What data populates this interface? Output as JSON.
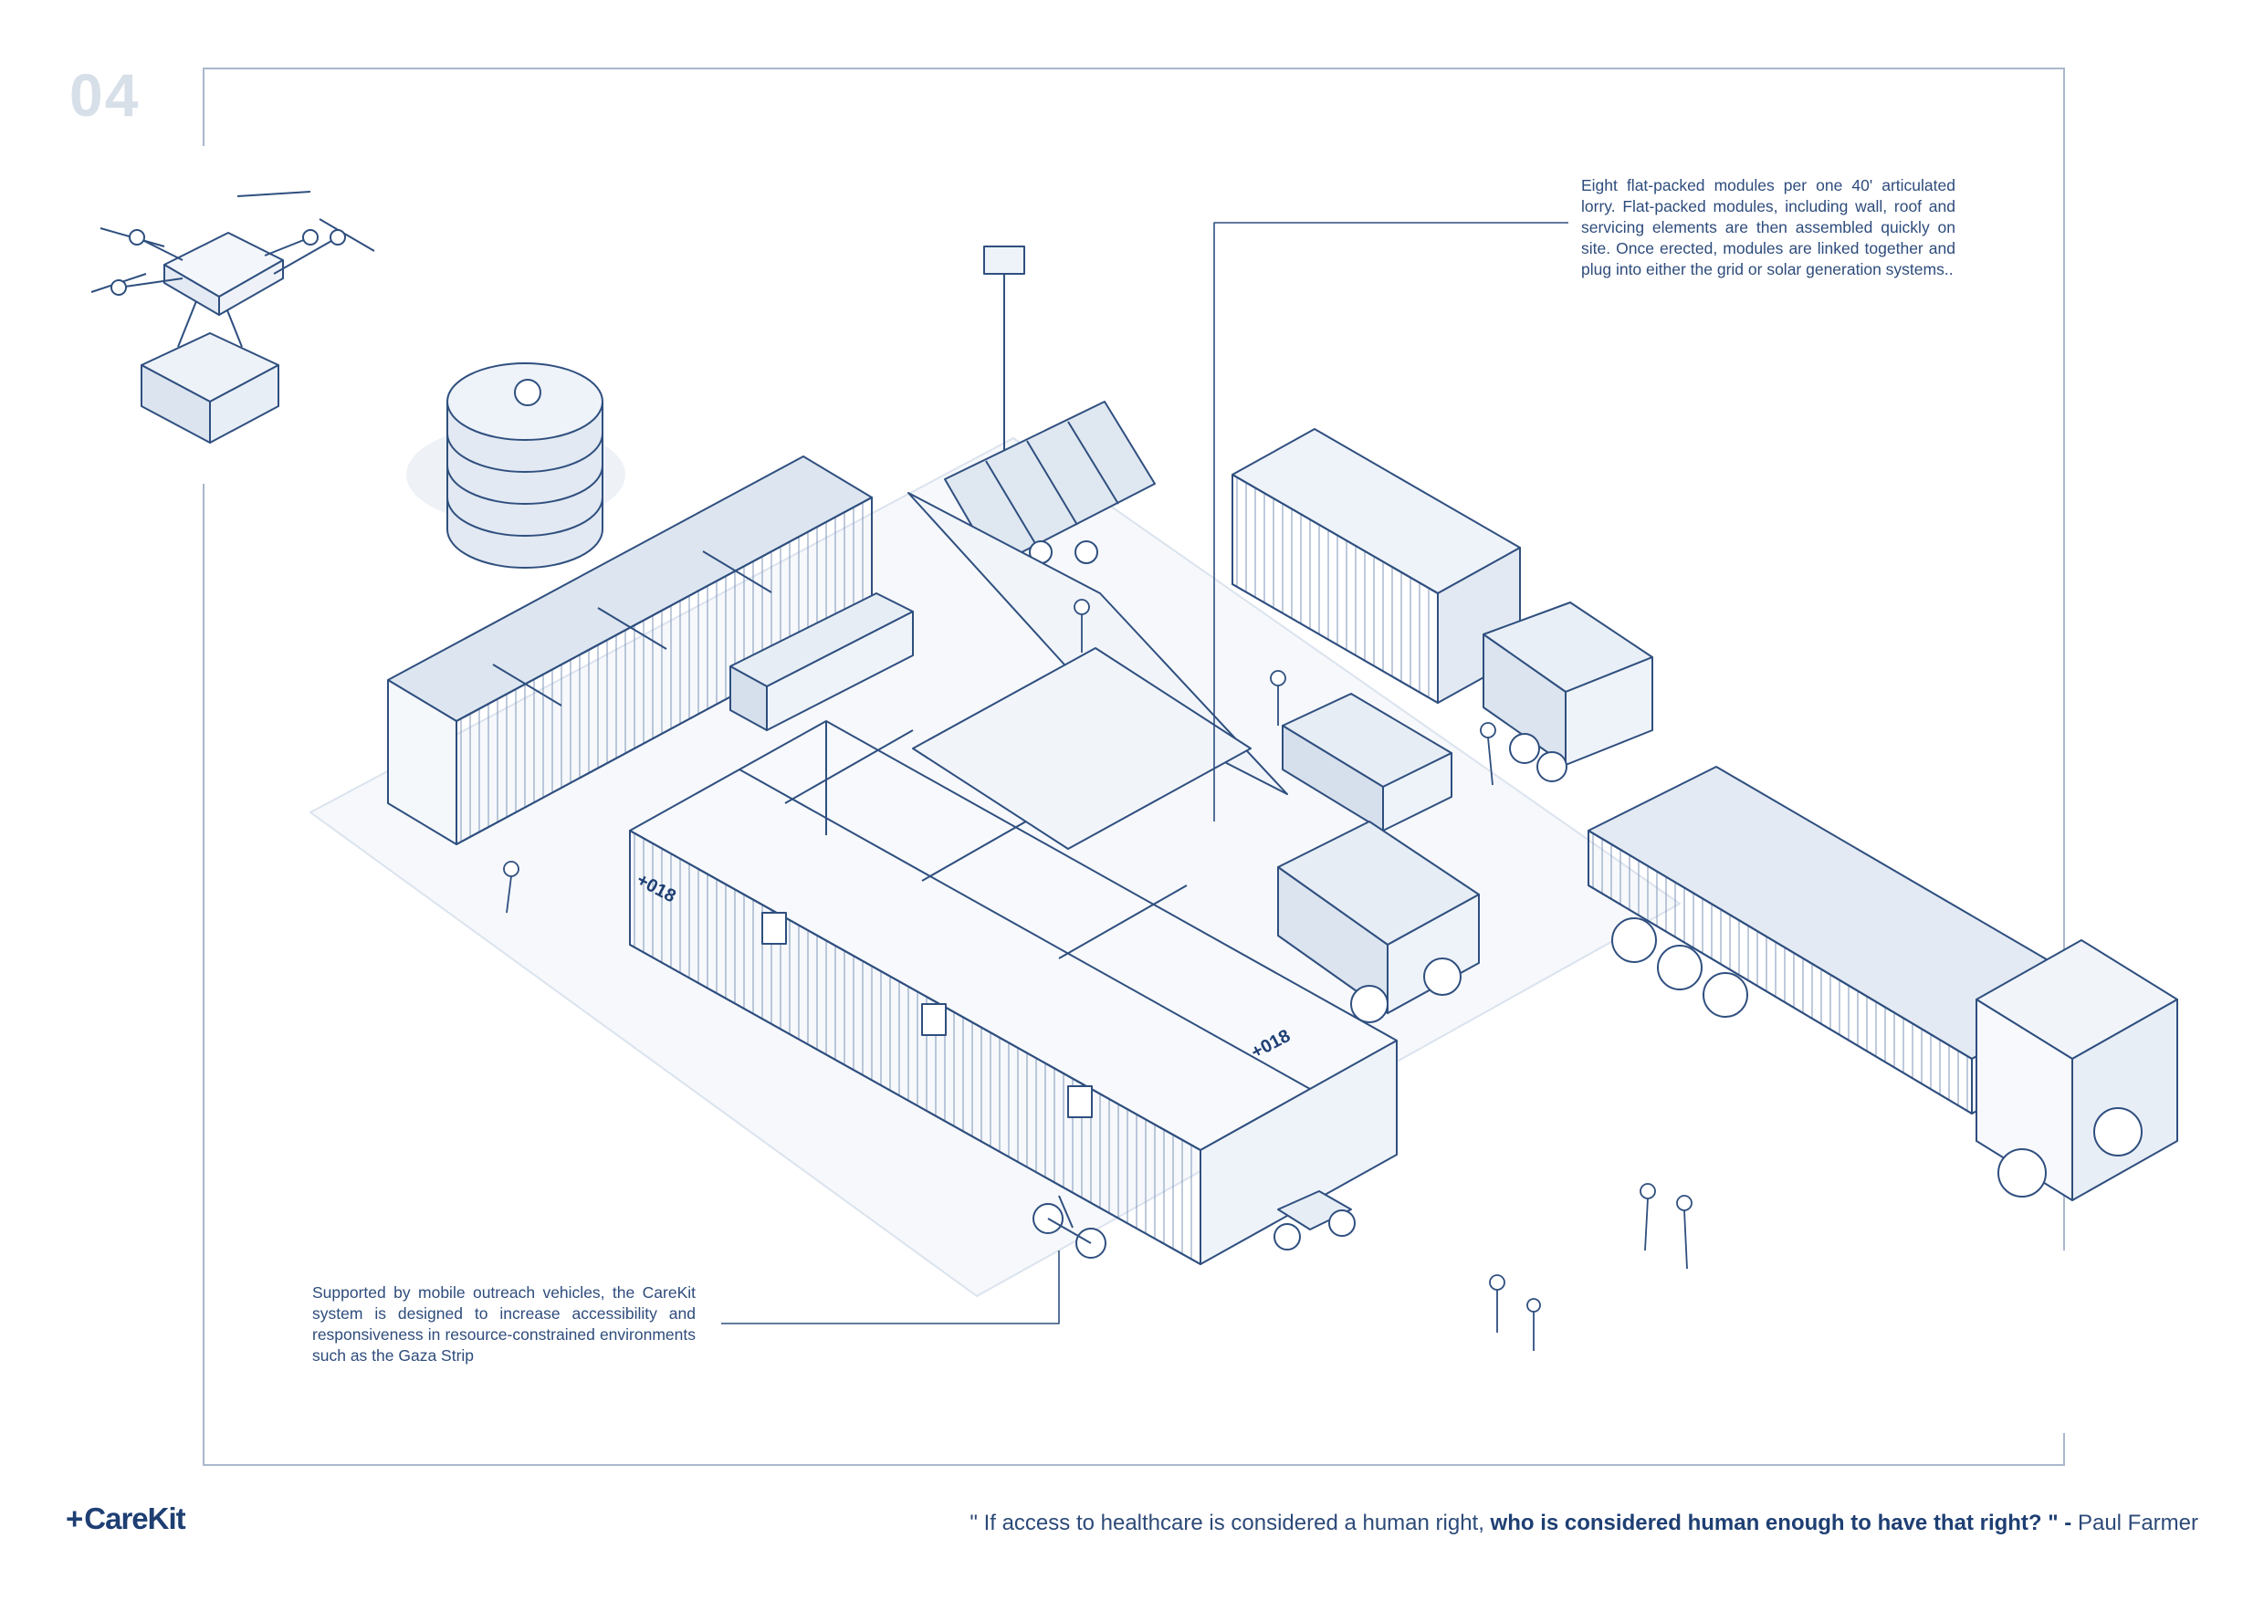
{
  "page": {
    "number": "04"
  },
  "annotations": {
    "supply": "Eight flat-packed modules per one 40' articulated lorry. Flat-packed modules, including wall, roof and servicing elements are then assembled quickly on site. Once erected, modules are linked together and plug into either the grid or solar generation systems..",
    "outreach": "Supported by mobile outreach vehicles, the CareKit system is designed to increase accessibility and responsiveness in resource-constrained environments such as the Gaza Strip"
  },
  "drawing": {
    "module_labels": [
      "+018",
      "+018"
    ]
  },
  "footer": {
    "brand_plus": "+",
    "brand_name": "CareKit",
    "quote_open": "\" If access to healthcare is considered a human right, ",
    "quote_bold": "who is considered human enough to have that right? \" -",
    "quote_author": " Paul Farmer"
  },
  "colors": {
    "line": "#2f4f7f",
    "fill": "#e6edf5",
    "shadow": "#eef2f7",
    "page_number": "#d7dfe9",
    "frame": "#a9b8cc"
  }
}
